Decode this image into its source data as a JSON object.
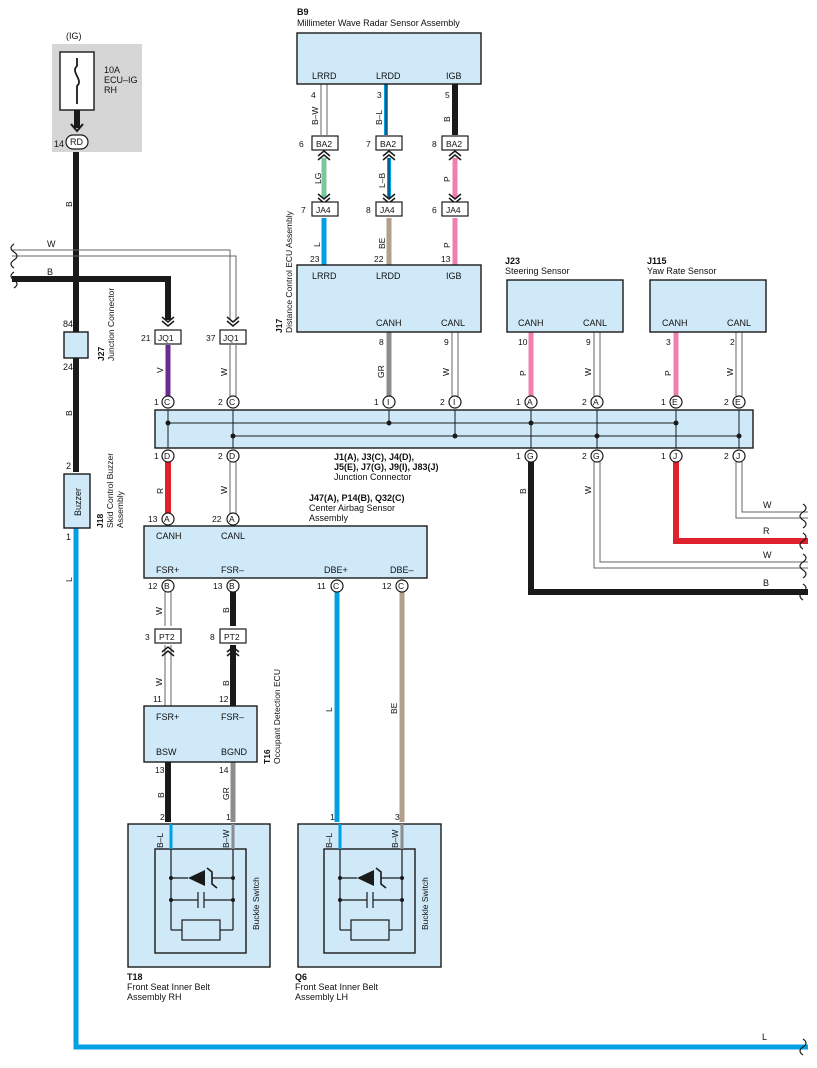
{
  "components": {
    "fuse": {
      "supply": "(IG)",
      "label1": "10A",
      "label2": "ECU–IG",
      "label3": "RH",
      "pin": "14",
      "connector": "RD"
    },
    "radar": {
      "code": "B9",
      "name": "Millimeter Wave Radar Sensor Assembly",
      "term_lrrd": "LRRD",
      "term_lrdd": "LRDD",
      "term_igb": "IGB"
    },
    "distance_ecu": {
      "code": "J17",
      "name": "Distance Control ECU Assembly",
      "term_lrrd": "LRRD",
      "term_lrdd": "LRDD",
      "term_igb": "IGB",
      "term_canh": "CANH",
      "term_canl": "CANL"
    },
    "steering": {
      "code": "J23",
      "name": "Steering Sensor",
      "term_canh": "CANH",
      "term_canl": "CANL"
    },
    "yaw": {
      "code": "J115",
      "name": "Yaw Rate Sensor",
      "term_canh": "CANH",
      "term_canl": "CANL"
    },
    "junction_conn": {
      "code": "J27",
      "name": "Junction Connector",
      "pin_top": "84",
      "pin_bottom": "24"
    },
    "buzzer": {
      "code": "J18",
      "name1": "Skid Control Buzzer",
      "name2": "Assembly",
      "label": "Buzzer",
      "pin_top": "2",
      "pin_bottom": "1"
    },
    "junction_main": {
      "line1": "J1(A), J3(C), J4(D),",
      "line2": "J5(E), J7(G), J9(I), J83(J)",
      "name": "Junction Connector"
    },
    "airbag": {
      "code": "J47(A), P14(B), Q32(C)",
      "name1": "Center Airbag Sensor",
      "name2": "Assembly",
      "term_canh": "CANH",
      "term_canl": "CANL",
      "term_fsrp": "FSR+",
      "term_fsrm": "FSR–",
      "term_dbep": "DBE+",
      "term_dbem": "DBE–"
    },
    "occupant": {
      "code": "T16",
      "name": "Occupant Detection ECU",
      "term_fsrp": "FSR+",
      "term_fsrm": "FSR–",
      "term_bsw": "BSW",
      "term_bgnd": "BGND"
    },
    "belt_rh": {
      "code": "T18",
      "name1": "Front Seat Inner Belt",
      "name2": "Assembly RH",
      "switch": "Buckle Switch",
      "wire_l": "B–L",
      "wire_r": "B–W",
      "pin_l": "2",
      "pin_r": "1"
    },
    "belt_lh": {
      "code": "Q6",
      "name1": "Front Seat Inner Belt",
      "name2": "Assembly LH",
      "switch": "Buckle Switch",
      "wire_l": "B–L",
      "wire_r": "B–W",
      "pin_l": "1",
      "pin_r": "3"
    }
  },
  "connectors": {
    "ba2": "BA2",
    "ja4": "JA4",
    "jq1": "JQ1",
    "pt2": "PT2",
    "ba2_pins": [
      "6",
      "7",
      "8"
    ],
    "ja4_pins": [
      "7",
      "8",
      "6"
    ],
    "jq1_pins": [
      "21",
      "37"
    ],
    "pt2_pins": [
      "3",
      "8"
    ]
  },
  "pins": {
    "radar": [
      "4",
      "3",
      "5"
    ],
    "ecu_top": [
      "23",
      "22",
      "13"
    ],
    "ecu_bottom": [
      "8",
      "9"
    ],
    "steering": [
      "10",
      "9"
    ],
    "yaw": [
      "3",
      "2"
    ],
    "jc_top_nums": [
      "1",
      "2",
      "1",
      "2",
      "1",
      "2",
      "1",
      "2"
    ],
    "jc_top_letters": [
      "C",
      "C",
      "I",
      "I",
      "A",
      "A",
      "E",
      "E"
    ],
    "jc_bot_nums": [
      "1",
      "2",
      "1",
      "2",
      "1",
      "2"
    ],
    "jc_bot_letters": [
      "D",
      "D",
      "G",
      "G",
      "J",
      "J"
    ],
    "airbag_top_nums": [
      "13",
      "22"
    ],
    "airbag_top_letters": [
      "A",
      "A"
    ],
    "airbag_bot_nums": [
      "12",
      "13",
      "11",
      "12"
    ],
    "airbag_bot_letters": [
      "B",
      "B",
      "C",
      "C"
    ],
    "occupant_top": [
      "11",
      "12"
    ],
    "occupant_bottom": [
      "13",
      "14"
    ]
  },
  "wires": {
    "fuse_out": "B",
    "w_line": "W",
    "b_line": "B",
    "jq1_a": "V",
    "jq1_b": "W",
    "radar_a": "B–W",
    "radar_b": "B–L",
    "radar_c": "B",
    "ba2_a": "LG",
    "ba2_b": "L–B",
    "ba2_c": "P",
    "ja4_a": "L",
    "ja4_b": "BE",
    "ja4_c": "P",
    "ecu_canh": "GR",
    "ecu_canl": "W",
    "steer_canh": "P",
    "steer_canl": "W",
    "yaw_canh": "P",
    "yaw_canl": "W",
    "jc_d1": "R",
    "jc_d2": "W",
    "jc_g1": "B",
    "jc_g2": "W",
    "right_w1": "W",
    "right_r": "R",
    "right_w2": "W",
    "right_b": "B",
    "j27_out": "B",
    "buzzer_out": "L",
    "bottom_l": "L",
    "fsrp": "W",
    "fsrm": "B",
    "pt2_a": "W",
    "pt2_b": "B",
    "dbep": "L",
    "dbem": "BE",
    "bsw": "B",
    "bgnd": "GR"
  },
  "colors": {
    "black": "#1a1a1a",
    "purple": "#6b2c91",
    "red": "#e0202a",
    "blue": "#00a0e4",
    "pink": "#f07fb0",
    "green": "#79c79a",
    "tan": "#b2a08a",
    "gray": "#8c8c8c",
    "box": "#cfe9f8",
    "fuse_bg": "#d6d6d6"
  }
}
